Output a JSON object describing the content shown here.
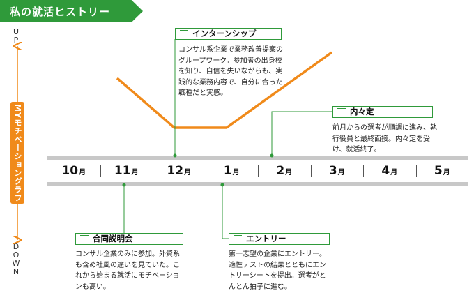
{
  "title": "私の就活ヒストリー",
  "axis": {
    "up": "UP",
    "down": "DOWN",
    "label": "MYモチベーショングラフ"
  },
  "months": [
    {
      "num": "10",
      "unit": "月"
    },
    {
      "num": "11",
      "unit": "月"
    },
    {
      "num": "12",
      "unit": "月"
    },
    {
      "num": "1",
      "unit": "月"
    },
    {
      "num": "2",
      "unit": "月"
    },
    {
      "num": "3",
      "unit": "月"
    },
    {
      "num": "4",
      "unit": "月"
    },
    {
      "num": "5",
      "unit": "月"
    }
  ],
  "events": {
    "internship": {
      "title": "インターンシップ",
      "body": "コンサル系企業で業務改善提案のグループワーク。参加者の出身校を知り、自信を失いながらも、実践的な業務内容で、自分に合った職種だと実感。"
    },
    "naitei": {
      "title": "内々定",
      "body": "前月からの選考が順調に進み、執行役員と最終面接。内々定を受け、就活終了。"
    },
    "setsumeikai": {
      "title": "合同説明会",
      "body": "コンサル企業のみに参加。外資系も含め社風の違いを見ていた。これから始まる就活にモチベーションも高い。"
    },
    "entry": {
      "title": "エントリー",
      "body": "第一志望の企業にエントリー。適性テストの結果とともにエントリーシートを提出。選考がとんとん拍子に進む。"
    }
  },
  "colors": {
    "accent_green": "#2f9a3a",
    "line_orange": "#f08a1a",
    "band_gray": "#c8c8c8"
  }
}
